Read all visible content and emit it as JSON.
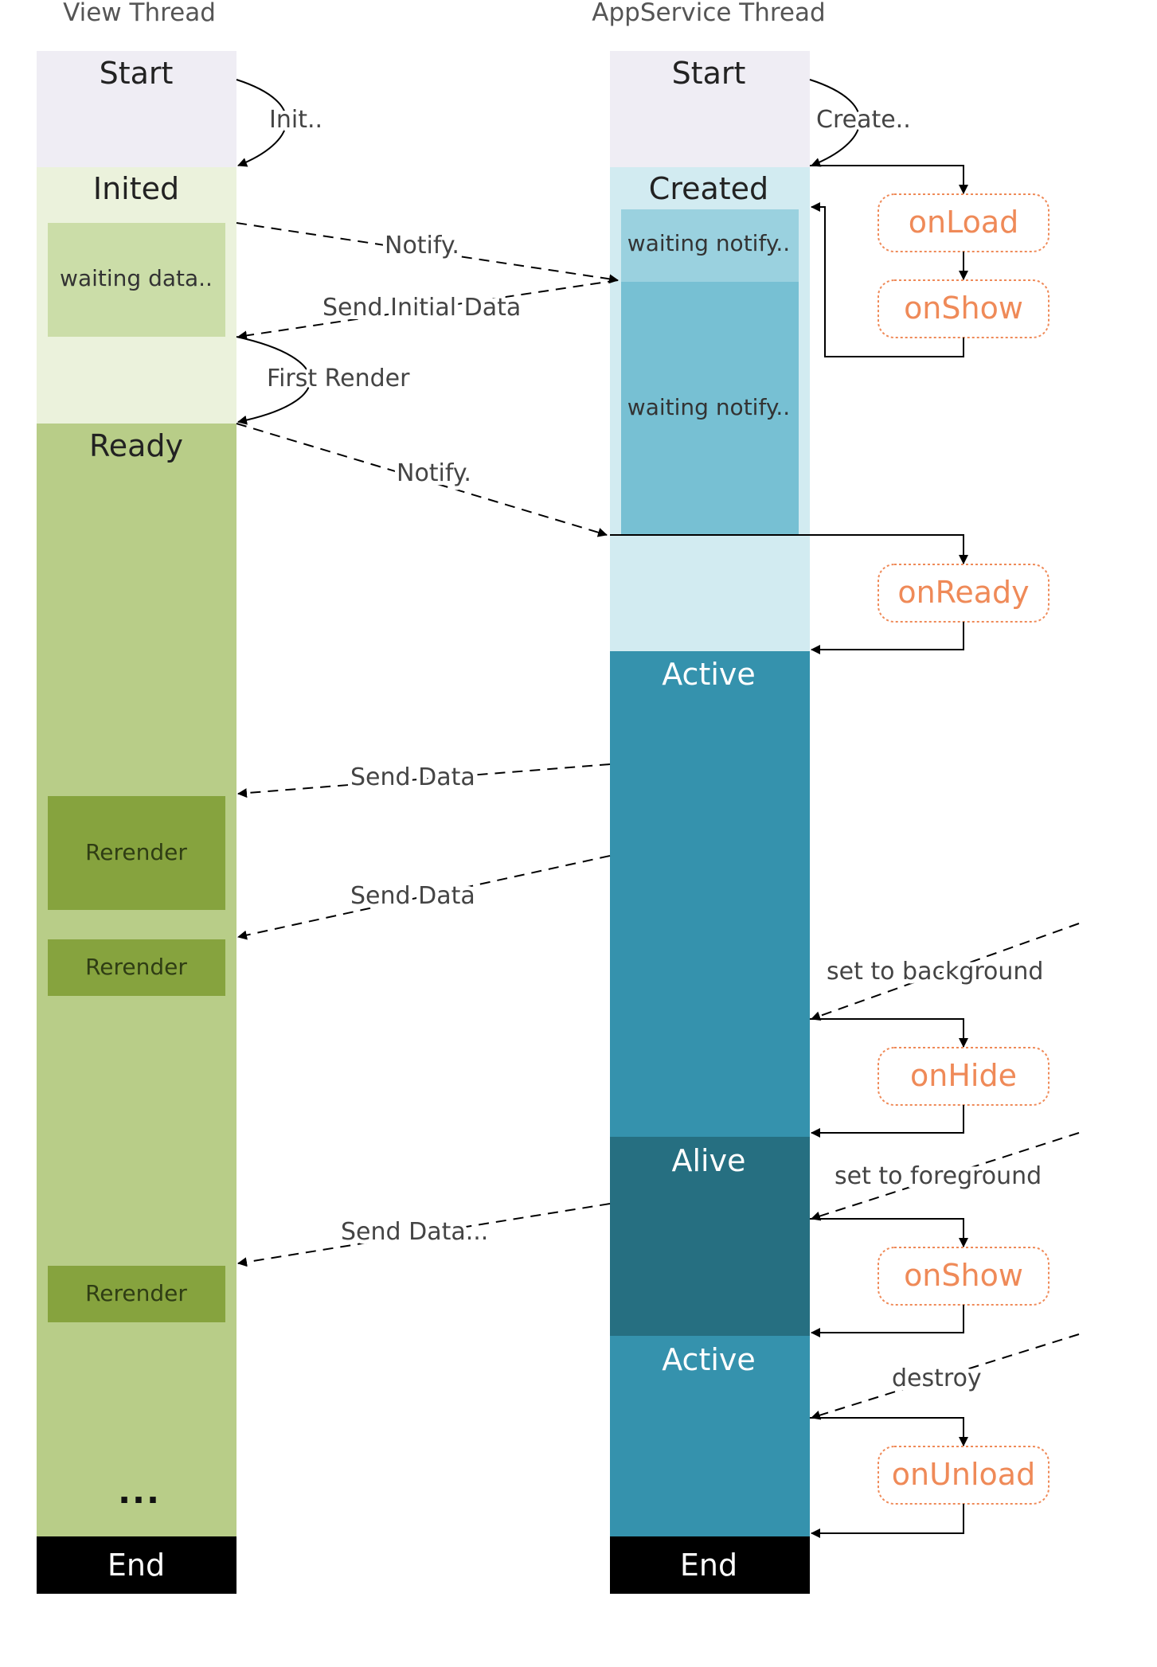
{
  "headers": {
    "view": "View Thread",
    "appservice": "AppService Thread"
  },
  "view_states": {
    "start": "Start",
    "inited": "Inited",
    "waiting": "waiting data..",
    "ready": "Ready",
    "rerender": "Rerender",
    "dots": "...",
    "end": "End"
  },
  "app_states": {
    "start": "Start",
    "created": "Created",
    "waiting1": "waiting notify..",
    "waiting2": "waiting notify..",
    "active1": "Active",
    "alive": "Alive",
    "active2": "Active",
    "end": "End"
  },
  "messages": {
    "init": "Init..",
    "create": "Create..",
    "notify1": "Notify.",
    "send_initial": "Send Initial Data",
    "first_render": "First Render",
    "notify2": "Notify.",
    "send_data1": "Send Data",
    "send_data2": "Send Data",
    "send_data3": "Send Data...",
    "set_background": "set to background",
    "set_foreground": "set to foreground",
    "destroy": "destroy"
  },
  "hooks": {
    "onload": "onLoad",
    "onshow1": "onShow",
    "onready": "onReady",
    "onhide": "onHide",
    "onshow2": "onShow",
    "onunload": "onUnload"
  },
  "colors": {
    "start_bg": "#efedf4",
    "inited_bg": "#ebf2dc",
    "waiting_data_bg": "#cbdda8",
    "ready_bg": "#b8cd88",
    "rerender_bg": "#86a33e",
    "created_bg": "#d2ebf1",
    "waiting_notify_1": "#9ad1df",
    "waiting_notify_2": "#77c0d3",
    "active_bg": "#3592ad",
    "alive_bg": "#266f81",
    "end_bg": "#000000",
    "hook_text": "#ef8a58"
  }
}
